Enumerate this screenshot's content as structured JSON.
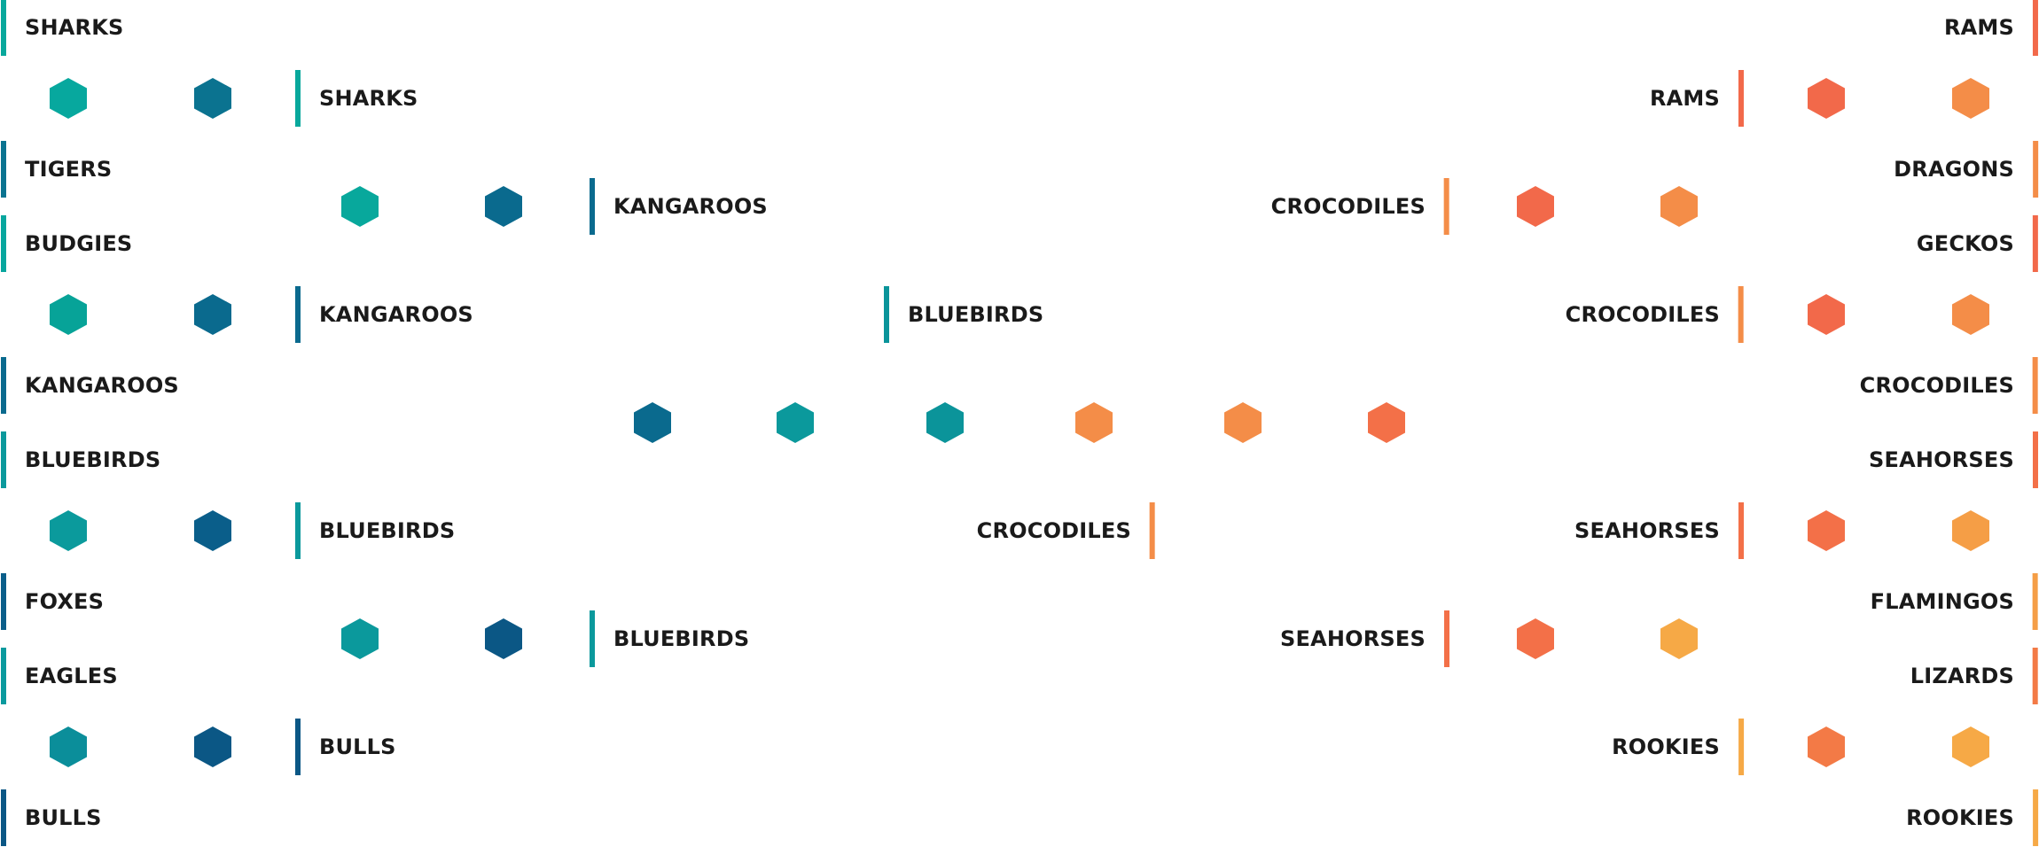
{
  "bracket": {
    "left": {
      "round_of_16": [
        {
          "team": "SHARKS",
          "color": "#08a89c"
        },
        {
          "team": "TIGERS",
          "color": "#0a7390"
        },
        {
          "team": "BUDGIES",
          "color": "#07a69e"
        },
        {
          "team": "KANGAROOS",
          "color": "#0a6a8e"
        },
        {
          "team": "BLUEBIRDS",
          "color": "#0b999c"
        },
        {
          "team": "FOXES",
          "color": "#0a5e8a"
        },
        {
          "team": "EAGLES",
          "color": "#0a9a9e"
        },
        {
          "team": "BULLS",
          "color": "#0b5785"
        }
      ],
      "quarterfinals": [
        {
          "team": "SHARKS",
          "color": "#08a89c"
        },
        {
          "team": "KANGAROOS",
          "color": "#0a6a8e"
        },
        {
          "team": "BLUEBIRDS",
          "color": "#0b999c"
        },
        {
          "team": "BULLS",
          "color": "#0b5785"
        }
      ],
      "semifinals": [
        {
          "team": "KANGAROOS",
          "color": "#0a6a8e"
        },
        {
          "team": "BLUEBIRDS",
          "color": "#0b999c"
        }
      ],
      "final": {
        "team": "BLUEBIRDS",
        "color": "#0b949a"
      }
    },
    "right": {
      "round_of_16": [
        {
          "team": "RAMS",
          "color": "#f2694a"
        },
        {
          "team": "DRAGONS",
          "color": "#f48d48"
        },
        {
          "team": "GECKOS",
          "color": "#f2694a"
        },
        {
          "team": "CROCODILES",
          "color": "#f48d48"
        },
        {
          "team": "SEAHORSES",
          "color": "#f37048"
        },
        {
          "team": "FLAMINGOS",
          "color": "#f59e46"
        },
        {
          "team": "LIZARDS",
          "color": "#f37a46"
        },
        {
          "team": "ROOKIES",
          "color": "#f6a946"
        }
      ],
      "quarterfinals": [
        {
          "team": "RAMS",
          "color": "#f2694a"
        },
        {
          "team": "CROCODILES",
          "color": "#f48d48"
        },
        {
          "team": "SEAHORSES",
          "color": "#f37048"
        },
        {
          "team": "ROOKIES",
          "color": "#f6a946"
        }
      ],
      "semifinals": [
        {
          "team": "CROCODILES",
          "color": "#f48d48"
        },
        {
          "team": "SEAHORSES",
          "color": "#f37048"
        }
      ],
      "final": {
        "team": "CROCODILES",
        "color": "#f48d48"
      }
    },
    "hexagons": {
      "left_round_of_16": [
        [
          "#07a89e",
          "#0b7390"
        ],
        [
          "#07a398",
          "#0a6a8e"
        ],
        [
          "#0b9a9c",
          "#0a5e8a"
        ],
        [
          "#0b8e9a",
          "#0b5785"
        ]
      ],
      "left_quarterfinals": [
        [
          "#08a89c",
          "#0a6a8e"
        ],
        [
          "#0b999c",
          "#0b5785"
        ]
      ],
      "left_semifinals": [
        "#0a6a8e",
        "#0b999c"
      ],
      "championship": [
        "#0b949a",
        "#f48d48"
      ],
      "right_semifinals": [
        "#f48d48",
        "#f37048"
      ],
      "right_quarterfinals": [
        [
          "#f2694a",
          "#f48d48"
        ],
        [
          "#f37048",
          "#f6a946"
        ]
      ],
      "right_round_of_16": [
        [
          "#f2694a",
          "#f48d48"
        ],
        [
          "#f2694a",
          "#f48d48"
        ],
        [
          "#f37048",
          "#f59e46"
        ],
        [
          "#f37a46",
          "#f6a946"
        ]
      ]
    }
  }
}
